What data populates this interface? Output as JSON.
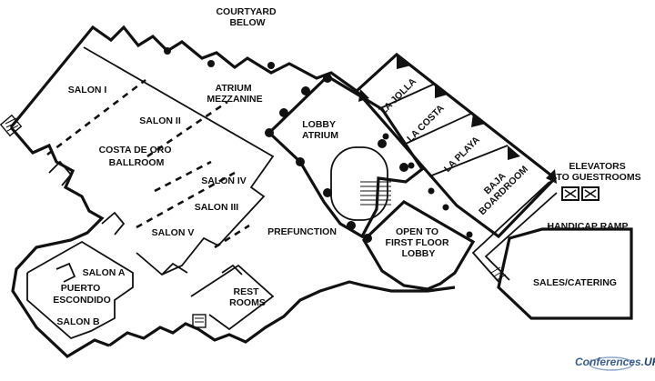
{
  "labels": {
    "courtyard": [
      "COURTYARD",
      "BELOW"
    ],
    "salon_i": "SALON I",
    "salon_ii": "SALON II",
    "ballroom": [
      "COSTA DE ORO",
      "BALLROOM"
    ],
    "salon_iv": "SALON IV",
    "salon_iii": "SALON III",
    "salon_v": "SALON V",
    "atrium_mezz": [
      "ATRIUM",
      "MEZZANINE"
    ],
    "lobby_atrium": [
      "LOBBY",
      "ATRIUM"
    ],
    "la_jolla": "LA JOLLA",
    "la_costa": "LA COSTA",
    "la_playa": "LA PLAYA",
    "baja": [
      "BAJA",
      "BOARDROOM"
    ],
    "elevators": [
      "ELEVATORS",
      "TO GUESTROOMS"
    ],
    "handicap": "HANDICAP RAMP",
    "prefunction": "PREFUNCTION",
    "open_lobby": [
      "OPEN TO",
      "FIRST FLOOR",
      "LOBBY"
    ],
    "sales": "SALES/CATERING",
    "rest": [
      "REST",
      "ROOMS"
    ],
    "salon_a": "SALON A",
    "puerto": [
      "PUERTO",
      "ESCONDIDO"
    ],
    "salon_b": "SALON B"
  },
  "watermark": {
    "brand": "Conferences",
    "suffix": "UK"
  },
  "colors": {
    "line": "#111111",
    "background": "#ffffff",
    "watermark": "#3d5f8f"
  }
}
